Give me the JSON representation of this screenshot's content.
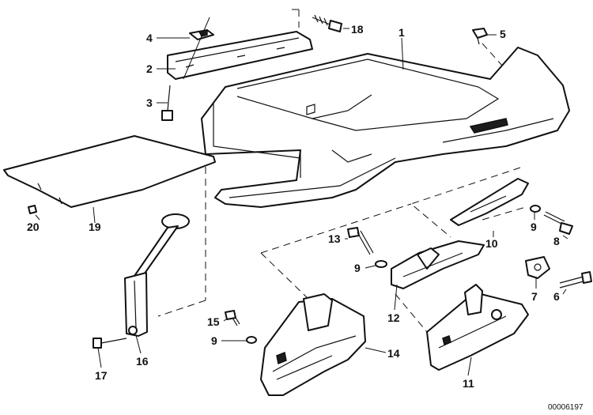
{
  "callouts": {
    "p1": "1",
    "p2": "2",
    "p3": "3",
    "p4": "4",
    "p5": "5",
    "p6": "6",
    "p7": "7",
    "p8": "8",
    "p9a": "9",
    "p9b": "9",
    "p9c": "9",
    "p10": "10",
    "p11": "11",
    "p12": "12",
    "p13": "13",
    "p14": "14",
    "p15": "15",
    "p16": "16",
    "p17": "17",
    "p18": "18",
    "p19": "19",
    "p20": "20"
  },
  "doc_number": "00006197"
}
